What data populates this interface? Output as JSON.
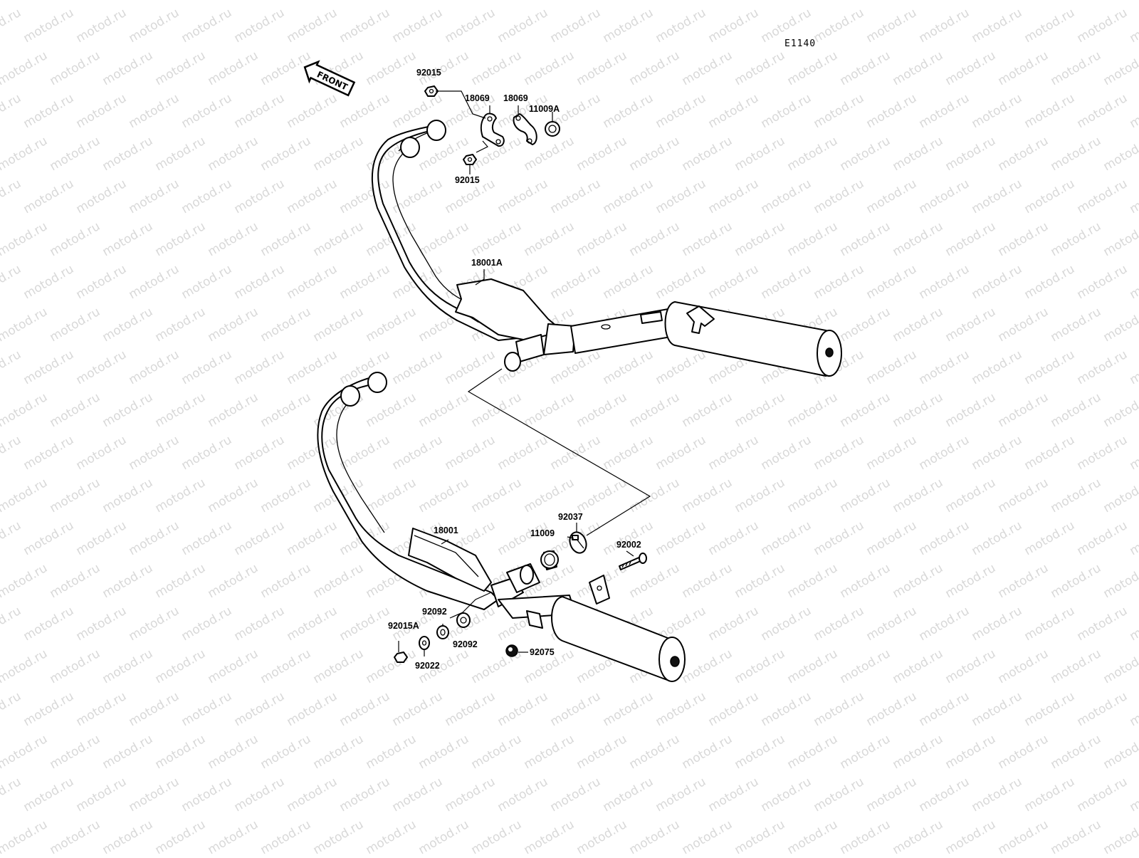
{
  "diagram": {
    "code": "E1140",
    "front_arrow_text": "FRONT",
    "watermark_text": "motod.ru",
    "labels": {
      "l92015_top": "92015",
      "l18069_a": "18069",
      "l18069_b": "18069",
      "l11009A": "11009A",
      "l92015_mid": "92015",
      "l18001A": "18001A",
      "l92037": "92037",
      "l11009": "11009",
      "l92002": "92002",
      "l18001": "18001",
      "l92092_a": "92092",
      "l92092_b": "92092",
      "l92015A": "92015A",
      "l92022": "92022",
      "l92075": "92075"
    }
  }
}
